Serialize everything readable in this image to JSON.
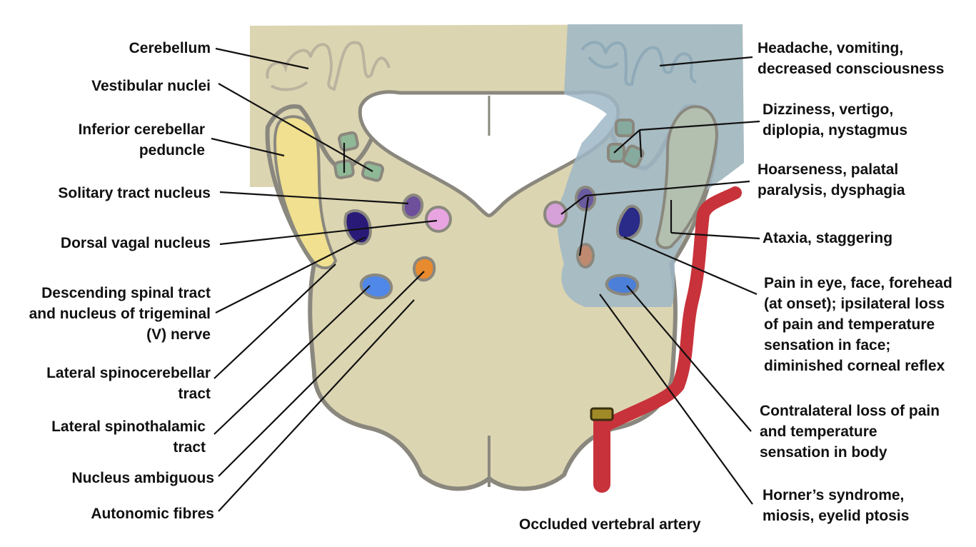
{
  "left_labels": {
    "cerebellum": [
      "Cerebellum"
    ],
    "vestibular_nuclei": [
      "Vestibular nuclei"
    ],
    "inferior_cerebellar_peduncle": [
      "Inferior cerebellar",
      "peduncle"
    ],
    "solitary_tract_nucleus": [
      "Solitary tract nucleus"
    ],
    "dorsal_vagal_nucleus": [
      "Dorsal vagal nucleus"
    ],
    "descending_spinal_tract": [
      "Descending spinal tract",
      "and nucleus of trigeminal",
      "(V) nerve"
    ],
    "lateral_spinocerebellar_tract": [
      "Lateral spinocerebellar",
      "tract"
    ],
    "lateral_spinothalamic_tract": [
      "Lateral spinothalamic",
      "tract"
    ],
    "nucleus_ambiguous": [
      "Nucleus ambiguous"
    ],
    "autonomic_fibres": [
      "Autonomic fibres"
    ]
  },
  "right_labels": {
    "headache": [
      "Headache, vomiting,",
      "decreased consciousness"
    ],
    "dizziness": [
      "Dizziness, vertigo,",
      "diplopia, nystagmus"
    ],
    "hoarseness": [
      "Hoarseness, palatal",
      "paralysis, dysphagia"
    ],
    "ataxia": [
      "Ataxia, staggering"
    ],
    "pain_face": [
      "Pain in eye, face, forehead",
      "(at onset); ipsilateral loss",
      "of pain and temperature",
      "sensation in face;",
      "diminished corneal reflex"
    ],
    "contralateral_loss": [
      "Contralateral loss of pain",
      "and temperature",
      "sensation in body"
    ],
    "horner": [
      "Horner’s syndrome,",
      "miosis, eyelid ptosis"
    ]
  },
  "bottom_label": [
    "Occluded vertebral artery"
  ],
  "colors": {
    "medulla_fill": "#dcd5b1",
    "outline": "#8a887e",
    "infarct_overlay": "#9fb7c7",
    "vestibular": "#8fb897",
    "peduncle": "#f0e08f",
    "solitary": "#6e4f9c",
    "dorsal_vagal": "#2a1a78",
    "pink_nucleus": "#e8a4e0",
    "ambiguus": "#e88a2e",
    "spinothalamic": "#4f88e8",
    "artery": "#c8323a",
    "clot": "#a08a28"
  }
}
